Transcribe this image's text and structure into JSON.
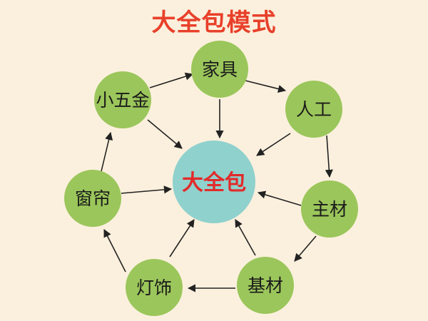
{
  "title": "大全包模式",
  "colors": {
    "background": "#fbf0dd",
    "title": "#e8402a",
    "center_fill": "#8fd1cd",
    "center_text": "#e32a2a",
    "node_fill": "#9bc65b",
    "node_text": "#1a1a1a",
    "arrow": "#222222"
  },
  "center": {
    "label": "大全包"
  },
  "nodes": [
    {
      "id": "jiaju",
      "label": "家具"
    },
    {
      "id": "rengong",
      "label": "人工"
    },
    {
      "id": "zhucai",
      "label": "主材"
    },
    {
      "id": "jicai",
      "label": "基材"
    },
    {
      "id": "dengshi",
      "label": "灯饰"
    },
    {
      "id": "chuanglian",
      "label": "窗帘"
    },
    {
      "id": "xiaowujin",
      "label": "小五金"
    }
  ]
}
